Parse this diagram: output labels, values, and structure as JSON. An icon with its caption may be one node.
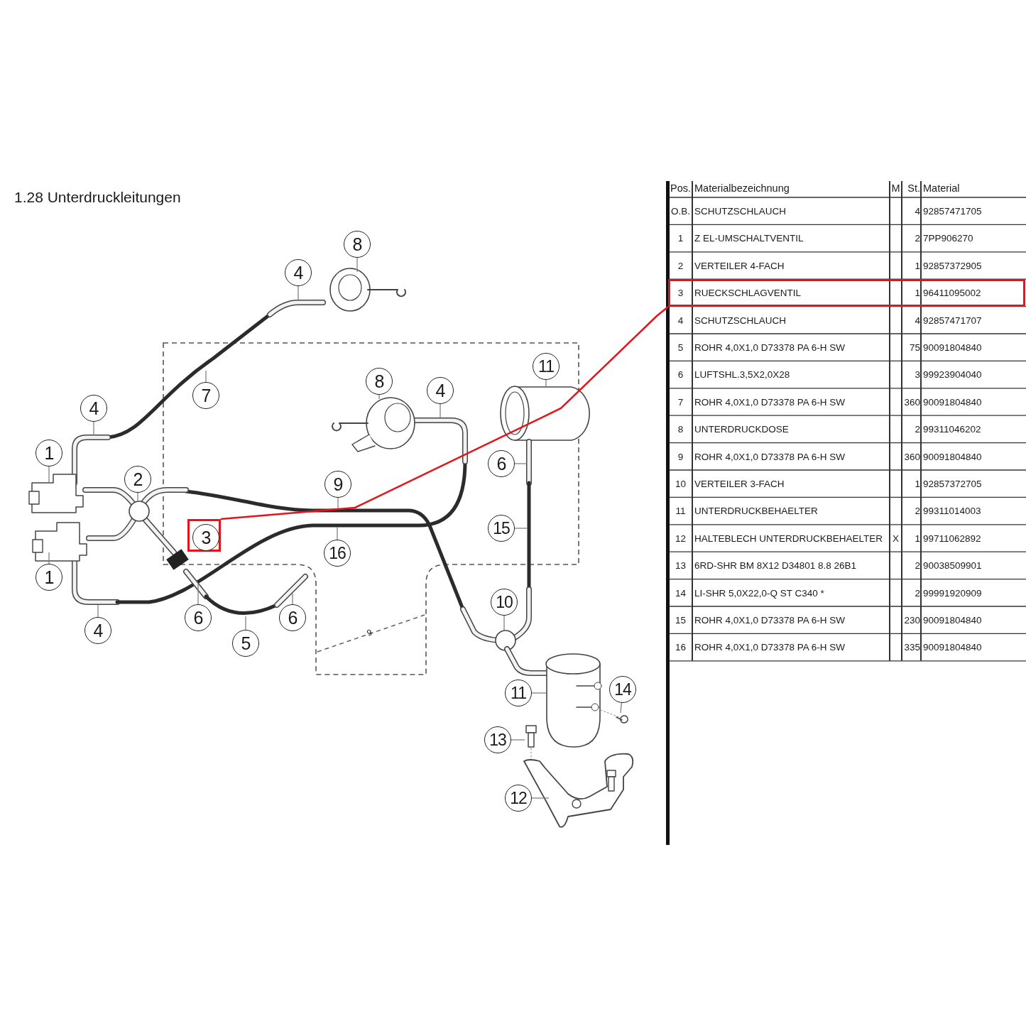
{
  "diagram": {
    "title": "1.28  Unterdruckleitungen",
    "nodes": [
      {
        "text": [
          "8"
        ]
      },
      {
        "text": [
          "4"
        ]
      },
      {
        "text": [
          "8"
        ]
      },
      {
        "text": [
          "4"
        ]
      },
      {
        "text": [
          "11"
        ]
      },
      {
        "text": [
          "7"
        ]
      },
      {
        "text": [
          "4"
        ]
      },
      {
        "text": [
          "1"
        ]
      },
      {
        "text": [
          "6"
        ]
      },
      {
        "text": [
          "2"
        ]
      },
      {
        "text": [
          "9"
        ]
      },
      {
        "text": [
          "15"
        ]
      },
      {
        "text": [],
        "shape": "box"
      },
      {
        "text": [
          "3"
        ],
        "in": 12
      },
      {
        "text": [
          "16"
        ]
      },
      {
        "text": [
          "1"
        ]
      },
      {
        "text": [
          "10"
        ]
      },
      {
        "text": [
          "6"
        ]
      },
      {
        "text": [
          "6"
        ]
      },
      {
        "text": [
          "4"
        ]
      },
      {
        "text": [
          "5"
        ]
      },
      {
        "text": [
          "14"
        ]
      },
      {
        "text": [
          "11"
        ]
      },
      {
        "text": [
          "13"
        ]
      },
      {
        "text": [
          "12"
        ]
      },
      {
        "text": [],
        "shape": "box"
      }
    ],
    "edges": [
      {
        "from": 0,
        "to": null,
        "arrow": "none"
      },
      {
        "from": 1,
        "to": null,
        "arrow": "none"
      },
      {
        "from": 2,
        "to": null,
        "arrow": "none"
      },
      {
        "from": 3,
        "to": null,
        "arrow": "none"
      },
      {
        "from": 4,
        "to": null,
        "arrow": "none"
      },
      {
        "from": 5,
        "to": null,
        "arrow": "none"
      },
      {
        "from": 6,
        "to": null,
        "arrow": "none"
      },
      {
        "from": 7,
        "to": null,
        "arrow": "none"
      },
      {
        "from": 8,
        "to": null,
        "arrow": "none"
      },
      {
        "from": 9,
        "to": null,
        "arrow": "none"
      },
      {
        "from": 10,
        "to": null,
        "arrow": "none"
      },
      {
        "from": 11,
        "to": null,
        "arrow": "none"
      },
      {
        "from": 12,
        "to": 25,
        "arrow": "none",
        "color": "#e3141b"
      },
      {
        "from": 14,
        "to": null,
        "arrow": "none"
      },
      {
        "from": 15,
        "to": null,
        "arrow": "none"
      },
      {
        "from": 16,
        "to": null,
        "arrow": "none"
      },
      {
        "from": 17,
        "to": null,
        "arrow": "none"
      },
      {
        "from": 18,
        "to": null,
        "arrow": "none"
      },
      {
        "from": 19,
        "to": null,
        "arrow": "none"
      },
      {
        "from": 20,
        "to": null,
        "arrow": "none"
      },
      {
        "from": 21,
        "to": null,
        "arrow": "none"
      },
      {
        "from": 22,
        "to": null,
        "arrow": "none"
      },
      {
        "from": 23,
        "to": null,
        "arrow": "none"
      },
      {
        "from": 24,
        "to": null,
        "arrow": "none"
      }
    ],
    "labels": [
      "9",
      "Pos.",
      "Materialbezeichnung",
      "M",
      "St.",
      "Material",
      "O.B.",
      "SCHUTZSCHLAUCH",
      "4",
      "92857471705",
      "1",
      "Z EL-UMSCHALTVENTIL",
      "2",
      "7PP906270",
      "2",
      "VERTEILER 4-FACH",
      "1",
      "92857372905",
      "3",
      "RUECKSCHLAGVENTIL",
      "1",
      "96411095002",
      "4",
      "SCHUTZSCHLAUCH",
      "4",
      "92857471707",
      "5",
      "ROHR 4,0X1,0 D73378 PA 6-H SW",
      "75",
      "90091804840",
      "6",
      "LUFTSHL.3,5X2,0X28",
      "3",
      "99923904040",
      "7",
      "ROHR 4,0X1,0 D73378 PA 6-H SW",
      "360",
      "90091804840",
      "8",
      "UNTERDRUCKDOSE",
      "2",
      "99311046202",
      "9",
      "ROHR 4,0X1,0 D73378 PA 6-H SW",
      "360",
      "90091804840",
      "10",
      "VERTEILER 3-FACH",
      "1",
      "92857372705",
      "11",
      "UNTERDRUCKBEHAELTER",
      "2",
      "99311014003",
      "12",
      "HALTEBLECH UNTERDRUCKBEHAELTER",
      "X",
      "1",
      "99711062892",
      "13",
      "6RD-SHR BM 8X12 D34801 8.8 26B1",
      "2",
      "90038509901",
      "14",
      "LI-SHR 5,0X22,0-Q ST C340 *",
      "2",
      "99991920909",
      "15",
      "ROHR 4,0X1,0 D73378 PA 6-H SW",
      "230",
      "90091804840",
      "16",
      "ROHR 4,0X1,0 D73378 PA 6-H SW",
      "335",
      "90091804840"
    ]
  }
}
